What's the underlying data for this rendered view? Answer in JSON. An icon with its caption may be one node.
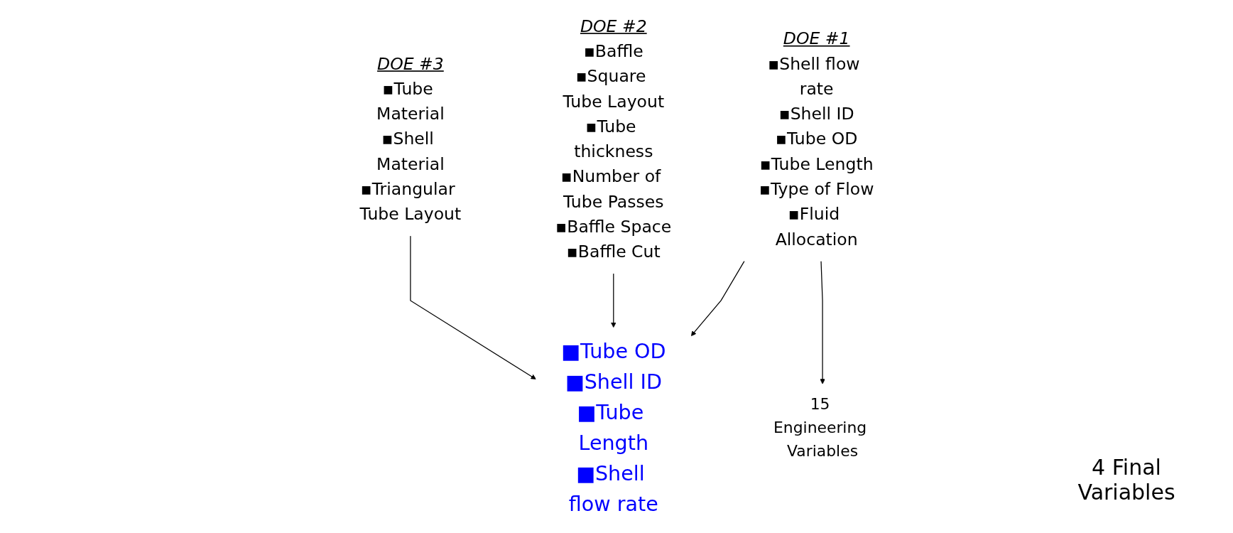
{
  "diagram": {
    "nodes": [
      {
        "text": [
          "DOE #1",
          "▪Shell flow rate",
          "▪Shell ID",
          "▪Tube OD",
          "▪Tube Length",
          "▪Type of Flow",
          "▪Fluid Allocation"
        ]
      },
      {
        "text": [
          "DOE #2",
          "▪Baffle",
          "▪Square Tube Layout",
          "▪Tube thickness",
          "▪Number of Tube Passes",
          "▪Baffle Space",
          "▪Baffle Cut"
        ]
      },
      {
        "text": [
          "DOE #3",
          "▪Tube Material",
          "▪Shell Material",
          "▪Triangular Tube Layout"
        ]
      },
      {
        "text": [
          "■Tube OD",
          "■Shell ID",
          "■Tube Length",
          "■Shell flow rate"
        ]
      },
      {
        "text": [
          "15 Engineering Variables"
        ]
      }
    ],
    "edges": [
      {
        "from": 0,
        "to": 3,
        "arrow": "to"
      },
      {
        "from": 1,
        "to": 3,
        "arrow": "to"
      },
      {
        "from": 2,
        "to": 3,
        "arrow": "to"
      },
      {
        "from": 0,
        "to": 4,
        "arrow": "to"
      }
    ],
    "labels": [
      "4 Final Variables"
    ]
  }
}
